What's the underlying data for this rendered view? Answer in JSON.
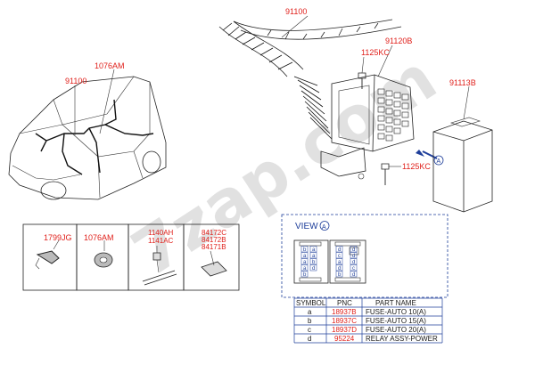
{
  "watermark": "7zap.com",
  "callouts": {
    "harness_main": "91100",
    "harness_car": "91100",
    "fuse_box": "91120B",
    "bolt_top": "1125KC",
    "bolt_bottom": "1125KC",
    "cover": "91113B",
    "grommet_car": "1076AM"
  },
  "parts_boxes": [
    {
      "labels": [
        "1799JG"
      ]
    },
    {
      "labels": [
        "1076AM"
      ]
    },
    {
      "labels": [
        "1140AH",
        "1141AC"
      ]
    },
    {
      "labels": [
        "84172C",
        "84172B",
        "84171B"
      ]
    }
  ],
  "view_marker": "A",
  "view": {
    "title": "VIEW",
    "letter": "A",
    "fuse_left_symbols": [
      "b",
      "a",
      "a",
      "a",
      "a",
      "b",
      "a",
      "d",
      "b"
    ],
    "fuse_right_symbols": [
      "d",
      "d",
      "c",
      "d",
      "a",
      "d",
      "d",
      "c",
      "b",
      "d"
    ]
  },
  "table": {
    "headers": [
      "SYMBOL",
      "PNC",
      "PART NAME"
    ],
    "rows": [
      {
        "symbol": "a",
        "pnc": "18937B",
        "name": "FUSE-AUTO 10(A)"
      },
      {
        "symbol": "b",
        "pnc": "18937C",
        "name": "FUSE-AUTO 15(A)"
      },
      {
        "symbol": "c",
        "pnc": "18937D",
        "name": "FUSE-AUTO 20(A)"
      },
      {
        "symbol": "d",
        "pnc": "95224",
        "name": "RELAY ASSY-POWER"
      }
    ]
  },
  "colors": {
    "callout": "#e0201b",
    "table_rule": "#1f3f9a",
    "text": "#1a1a1a"
  }
}
